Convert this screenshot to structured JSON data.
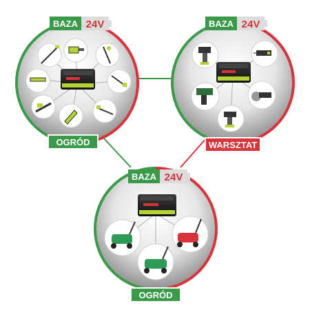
{
  "brand_colors": {
    "green": "#3a9a4a",
    "red": "#d8323a",
    "grey_dark": "#6a6a6a",
    "battery_accent": "#b5d334"
  },
  "groups": [
    {
      "id": "garden-top",
      "battery_badge": {
        "prefix": "BAZA",
        "voltage": "24V"
      },
      "label": "OGRÓD",
      "label_color": "#3a9a4a",
      "tools": [
        "pole-saw-icon",
        "chainsaw-icon",
        "grass-trimmer-icon",
        "hedge-trimmer-icon",
        "long-reach-hedge-trimmer-icon",
        "leaf-blower-icon",
        "pole-pruner-icon",
        "telescopic-trimmer-icon"
      ]
    },
    {
      "id": "workshop",
      "battery_badge": {
        "prefix": "BAZA",
        "voltage": "24V"
      },
      "label": "WARSZTAT",
      "label_color": "#d8323a",
      "tools": [
        "drill-driver-icon",
        "reciprocating-saw-icon",
        "nailer-icon",
        "angle-grinder-icon",
        "impact-wrench-icon"
      ]
    },
    {
      "id": "garden-bottom",
      "battery_badge": {
        "prefix": "BAZA",
        "voltage": "24V"
      },
      "label": "OGRÓD",
      "label_color": "#3a9a4a",
      "tools": [
        "lawn-mower-green-icon",
        "lawn-mower-red-icon",
        "lawn-mower-center-icon"
      ]
    }
  ]
}
